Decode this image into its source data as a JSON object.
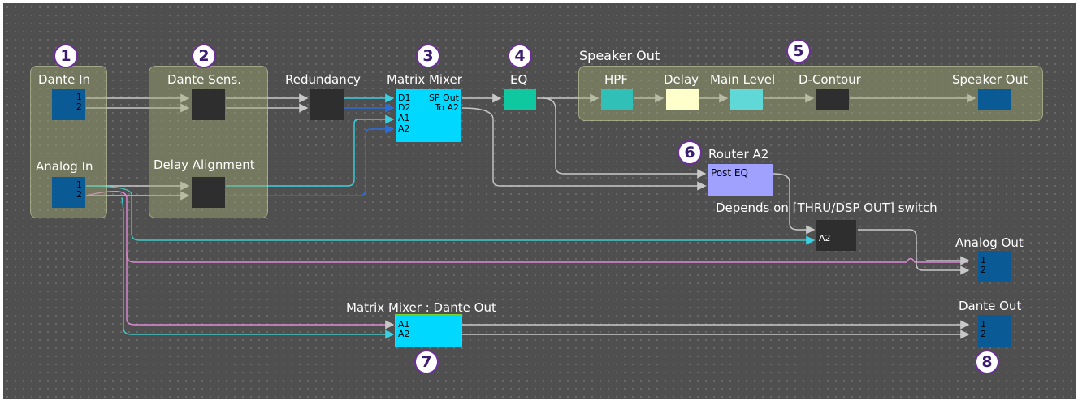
{
  "title": "Signal Flow",
  "numbers": {
    "n1": "1",
    "n2": "2",
    "n3": "3",
    "n4": "4",
    "n5": "5",
    "n6": "6",
    "n7": "7",
    "n8": "8"
  },
  "labels": {
    "dante_in": "Dante In",
    "analog_in": "Analog In",
    "dante_sens": "Dante Sens.",
    "delay_alignment": "Delay Alignment",
    "redundancy": "Redundancy",
    "matrix_mixer": "Matrix Mixer",
    "eq": "EQ",
    "speaker_out_group": "Speaker Out",
    "hpf": "HPF",
    "delay": "Delay",
    "main_level": "Main Level",
    "d_contour": "D-Contour",
    "speaker_out": "Speaker Out",
    "router_a2": "Router A2",
    "depends_note": "Depends on [THRU/DSP OUT] switch",
    "analog_out": "Analog Out",
    "dante_out": "Dante Out",
    "matrix_mixer_dante_out": "Matrix Mixer : Dante Out"
  },
  "ports": {
    "in1": "1",
    "in2": "2",
    "mm_d1": "D1",
    "mm_d2": "D2",
    "mm_a1": "A1",
    "mm_a2": "A2",
    "mm_sp_out": "SP Out",
    "mm_to_a2": "To A2",
    "router_post_eq": "Post EQ",
    "thru_a2": "A2",
    "out1": "1",
    "out2": "2",
    "dmm_a1": "A1",
    "dmm_a2": "A2"
  },
  "colors": {
    "background": "#4f4f4f",
    "wire_gray": "#c8c8c8",
    "wire_cyan": "#3ad0e0",
    "wire_blue": "#2a6fd8",
    "wire_pink": "#e08ad8",
    "wire_teal": "#40c8c8",
    "io_block": "#0a5a96",
    "dark_block": "#2e2e2e",
    "matrix_block": "#00d8ff",
    "eq_block": "#10c8a0",
    "hpf_block": "#30c0b8",
    "delay_block": "#ffffcc",
    "level_block": "#60d8d8",
    "router_block": "#a0a0ff",
    "badge_border": "#6b2e9b"
  }
}
